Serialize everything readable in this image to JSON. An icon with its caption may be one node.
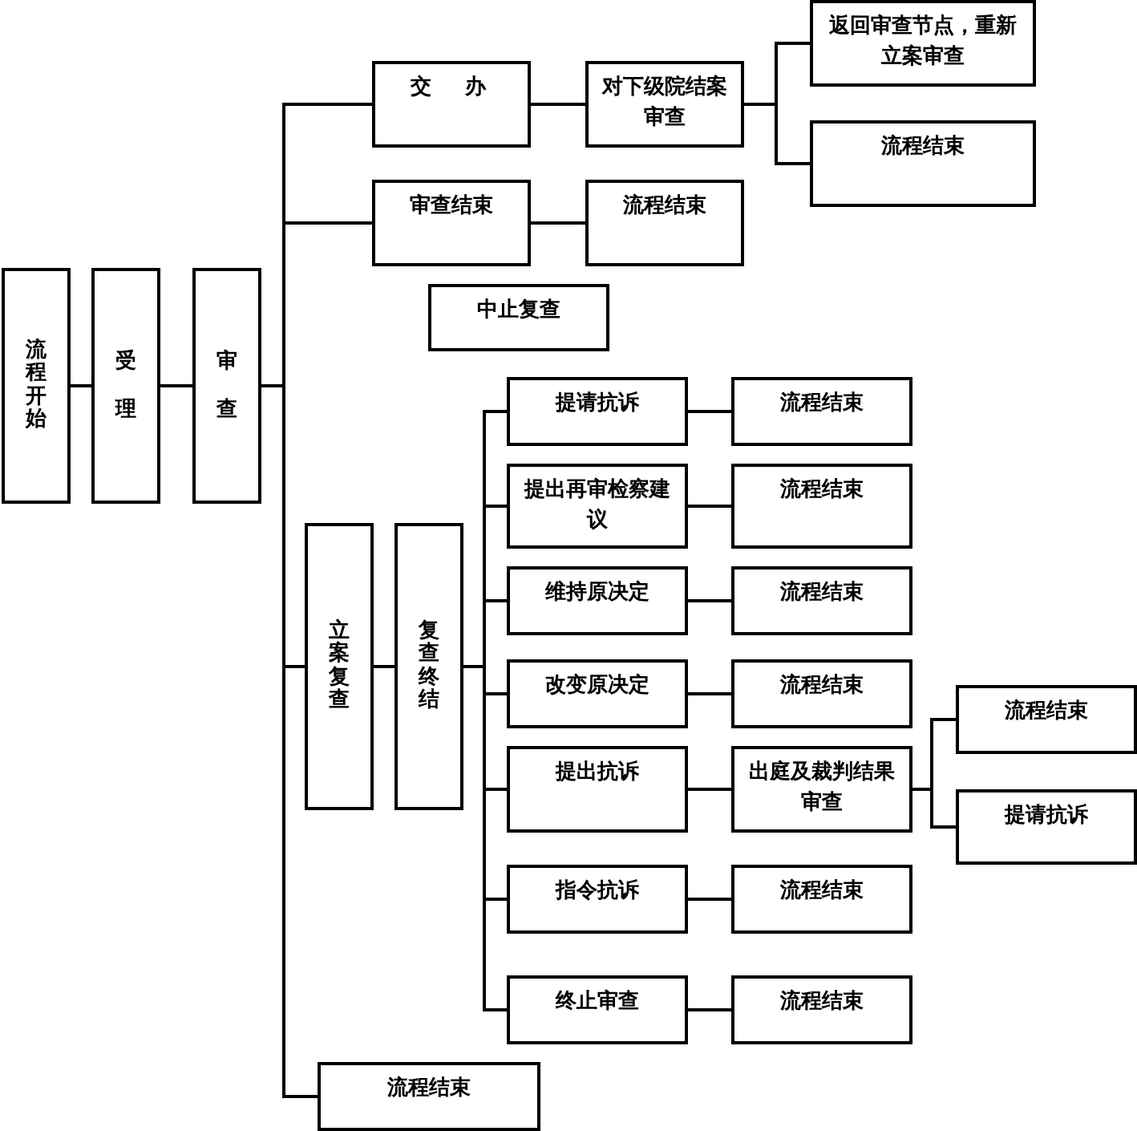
{
  "diagram": {
    "nodes": [
      {
        "text": [
          "流程开始"
        ]
      },
      {
        "text": [
          "受理"
        ]
      },
      {
        "text": [
          "审查"
        ]
      },
      {
        "text": [
          "交办"
        ]
      },
      {
        "text": [
          "对下级院结案审查"
        ]
      },
      {
        "text": [
          "返回审查节点，重新立案审查"
        ]
      },
      {
        "text": [
          "流程结束"
        ]
      },
      {
        "text": [
          "审查结束"
        ]
      },
      {
        "text": [
          "流程结束"
        ]
      },
      {
        "text": [
          "中止复查"
        ]
      },
      {
        "text": [
          "立案复查"
        ]
      },
      {
        "text": [
          "复查终结"
        ]
      },
      {
        "text": [
          "提请抗诉"
        ]
      },
      {
        "text": [
          "流程结束"
        ]
      },
      {
        "text": [
          "提出再审检察建议"
        ]
      },
      {
        "text": [
          "流程结束"
        ]
      },
      {
        "text": [
          "维持原决定"
        ]
      },
      {
        "text": [
          "流程结束"
        ]
      },
      {
        "text": [
          "改变原决定"
        ]
      },
      {
        "text": [
          "流程结束"
        ]
      },
      {
        "text": [
          "提出抗诉"
        ]
      },
      {
        "text": [
          "出庭及裁判结果审查"
        ]
      },
      {
        "text": [
          "流程结束"
        ]
      },
      {
        "text": [
          "提请抗诉"
        ]
      },
      {
        "text": [
          "指令抗诉"
        ]
      },
      {
        "text": [
          "流程结束"
        ]
      },
      {
        "text": [
          "终止审查"
        ]
      },
      {
        "text": [
          "流程结束"
        ]
      },
      {
        "text": [
          "流程结束"
        ]
      }
    ],
    "edges": [
      {
        "from": 0,
        "to": 1,
        "arrow": "none"
      },
      {
        "from": 1,
        "to": 2,
        "arrow": "none"
      },
      {
        "from": 2,
        "to": 3,
        "arrow": "none"
      },
      {
        "from": 2,
        "to": 7,
        "arrow": "none"
      },
      {
        "from": 2,
        "to": 10,
        "arrow": "none"
      },
      {
        "from": 2,
        "to": 28,
        "arrow": "none"
      },
      {
        "from": 3,
        "to": 4,
        "arrow": "none"
      },
      {
        "from": 4,
        "to": 5,
        "arrow": "none"
      },
      {
        "from": 4,
        "to": 6,
        "arrow": "none"
      },
      {
        "from": 7,
        "to": 8,
        "arrow": "none"
      },
      {
        "from": 10,
        "to": 11,
        "arrow": "none"
      },
      {
        "from": 11,
        "to": 12,
        "arrow": "none"
      },
      {
        "from": 11,
        "to": 14,
        "arrow": "none"
      },
      {
        "from": 11,
        "to": 16,
        "arrow": "none"
      },
      {
        "from": 11,
        "to": 18,
        "arrow": "none"
      },
      {
        "from": 11,
        "to": 20,
        "arrow": "none"
      },
      {
        "from": 11,
        "to": 24,
        "arrow": "none"
      },
      {
        "from": 11,
        "to": 26,
        "arrow": "none"
      },
      {
        "from": 12,
        "to": 13,
        "arrow": "none"
      },
      {
        "from": 14,
        "to": 15,
        "arrow": "none"
      },
      {
        "from": 16,
        "to": 17,
        "arrow": "none"
      },
      {
        "from": 18,
        "to": 19,
        "arrow": "none"
      },
      {
        "from": 20,
        "to": 21,
        "arrow": "none"
      },
      {
        "from": 21,
        "to": 22,
        "arrow": "none"
      },
      {
        "from": 21,
        "to": 23,
        "arrow": "none"
      },
      {
        "from": 24,
        "to": 25,
        "arrow": "none"
      },
      {
        "from": 26,
        "to": 27,
        "arrow": "none"
      }
    ]
  }
}
